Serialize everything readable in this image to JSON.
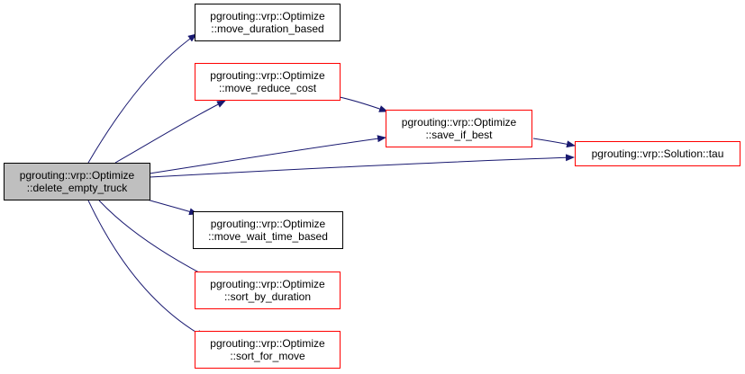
{
  "nodes": {
    "root": {
      "line1": "pgrouting::vrp::Optimize",
      "line2": "::delete_empty_truck"
    },
    "move_duration_based": {
      "line1": "pgrouting::vrp::Optimize",
      "line2": "::move_duration_based"
    },
    "move_reduce_cost": {
      "line1": "pgrouting::vrp::Optimize",
      "line2": "::move_reduce_cost"
    },
    "save_if_best": {
      "line1": "pgrouting::vrp::Optimize",
      "line2": "::save_if_best"
    },
    "solution_tau": {
      "line1": "pgrouting::vrp::Solution::tau"
    },
    "move_wait_time_based": {
      "line1": "pgrouting::vrp::Optimize",
      "line2": "::move_wait_time_based"
    },
    "sort_by_duration": {
      "line1": "pgrouting::vrp::Optimize",
      "line2": "::sort_by_duration"
    },
    "sort_for_move": {
      "line1": "pgrouting::vrp::Optimize",
      "line2": "::sort_for_move"
    }
  },
  "colors": {
    "edge": "#191970",
    "border_documented": "#000000",
    "border_undocumented": "#ff0000",
    "root_fill": "#bfbfbf"
  }
}
